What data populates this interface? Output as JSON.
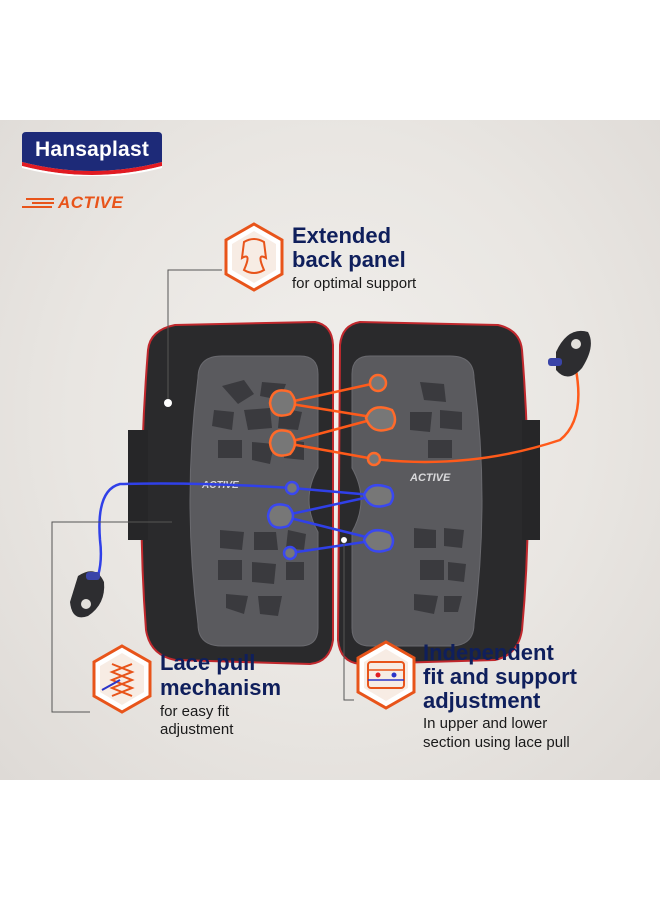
{
  "brand": {
    "name": "Hansaplast",
    "line": "ACTIVE",
    "colors": {
      "navy": "#0f1f5c",
      "red": "#e11b22",
      "orange": "#e8541a",
      "blue": "#2b34c8",
      "amber": "#f0a020"
    }
  },
  "features": [
    {
      "title_1": "Extended",
      "title_2": "back panel",
      "desc_1": "for optimal support",
      "desc_2": "",
      "icon": "back-panel-icon"
    },
    {
      "title_1": "Lace pull",
      "title_2": "mechanism",
      "desc_1": "for easy fit",
      "desc_2": "adjustment",
      "icon": "lace-pull-icon"
    },
    {
      "title_1": "Independent",
      "title_2": "fit and support",
      "title_3": "adjustment",
      "desc_1": "In upper and lower",
      "desc_2": "section using lace pull",
      "icon": "fit-adjust-icon"
    }
  ],
  "product": {
    "panel_label": "ACTIVE"
  }
}
